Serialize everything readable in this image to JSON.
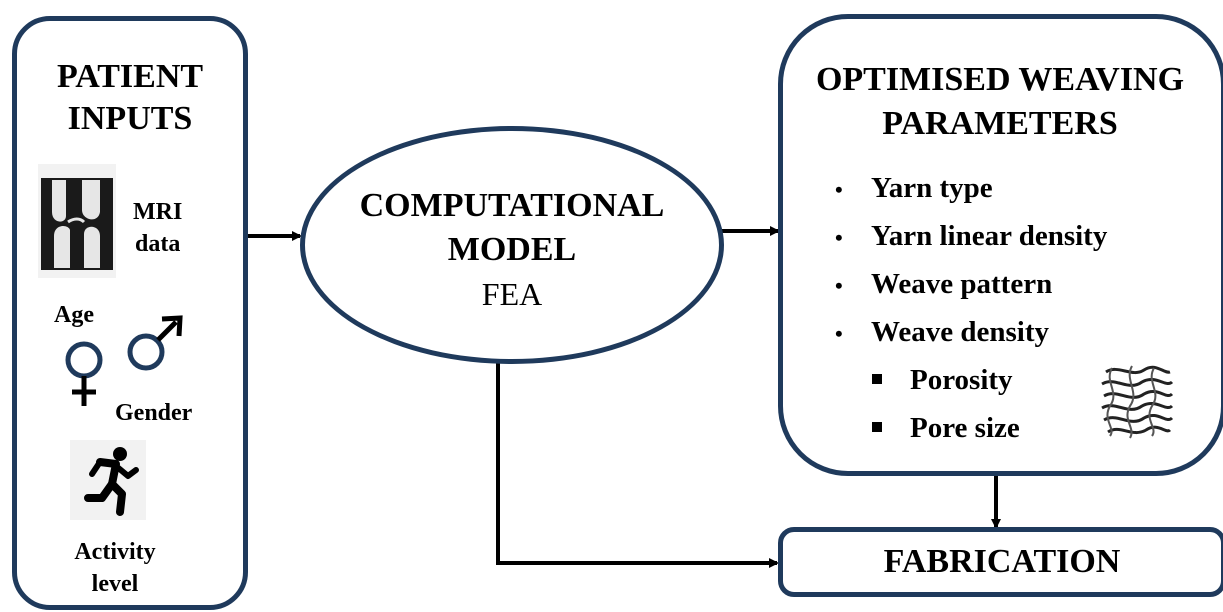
{
  "patient_inputs": {
    "title_line1": "PATIENT",
    "title_line2": "INPUTS",
    "mri_label_line1": "MRI",
    "mri_label_line2": "data",
    "mri_icon": "knee-mri-icon",
    "age_label": "Age",
    "female_icon": "female-symbol-icon",
    "male_icon": "male-symbol-icon",
    "gender_label": "Gender",
    "runner_icon": "running-person-icon",
    "activity_label_line1": "Activity",
    "activity_label_line2": "level"
  },
  "model": {
    "title_line1": "COMPUTATIONAL",
    "title_line2": "MODEL",
    "subtitle": "FEA"
  },
  "weaving": {
    "title_line1": "OPTIMISED WEAVING",
    "title_line2": "PARAMETERS",
    "items": [
      "Yarn type",
      "Yarn linear density",
      "Weave pattern",
      "Weave density"
    ],
    "sub_items": [
      "Porosity",
      "Pore size"
    ],
    "fabric_icon": "woven-fabric-icon"
  },
  "fabrication": {
    "label": "FABRICATION"
  },
  "colors": {
    "border": "#1f3a5c",
    "arrow": "#000000"
  }
}
